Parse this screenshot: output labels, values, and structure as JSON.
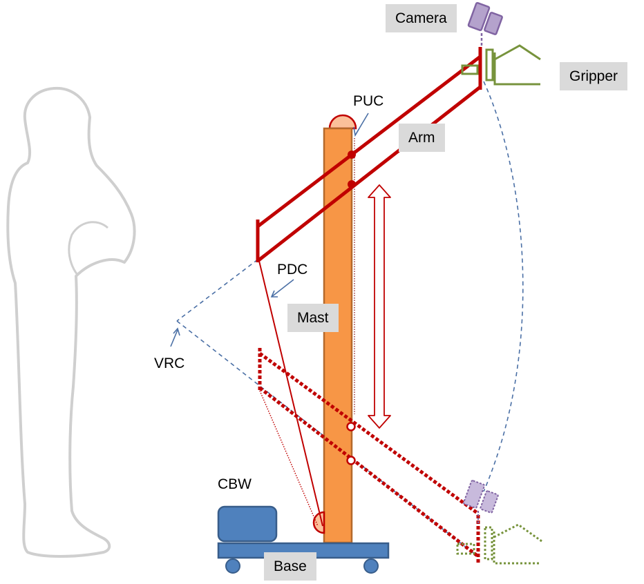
{
  "labels": {
    "camera": "Camera",
    "gripper": "Gripper",
    "puc": "PUC",
    "arm": "Arm",
    "pdc": "PDC",
    "mast": "Mast",
    "vrc": "VRC",
    "cbw": "CBW",
    "base": "Base"
  },
  "colors": {
    "arm_red": "#c00000",
    "mast_orange": "#f79646",
    "mast_border": "#b5692b",
    "cap_fill": "#fbc09a",
    "base_blue": "#4f81bd",
    "base_border": "#385d8a",
    "camera_purple": "#8064a2",
    "camera_fill": "#b4a2cc",
    "gripper_green": "#77933c",
    "guide_blue": "#4a6fa5",
    "human_outline": "#cfcfcf",
    "label_box": "#dadada"
  }
}
